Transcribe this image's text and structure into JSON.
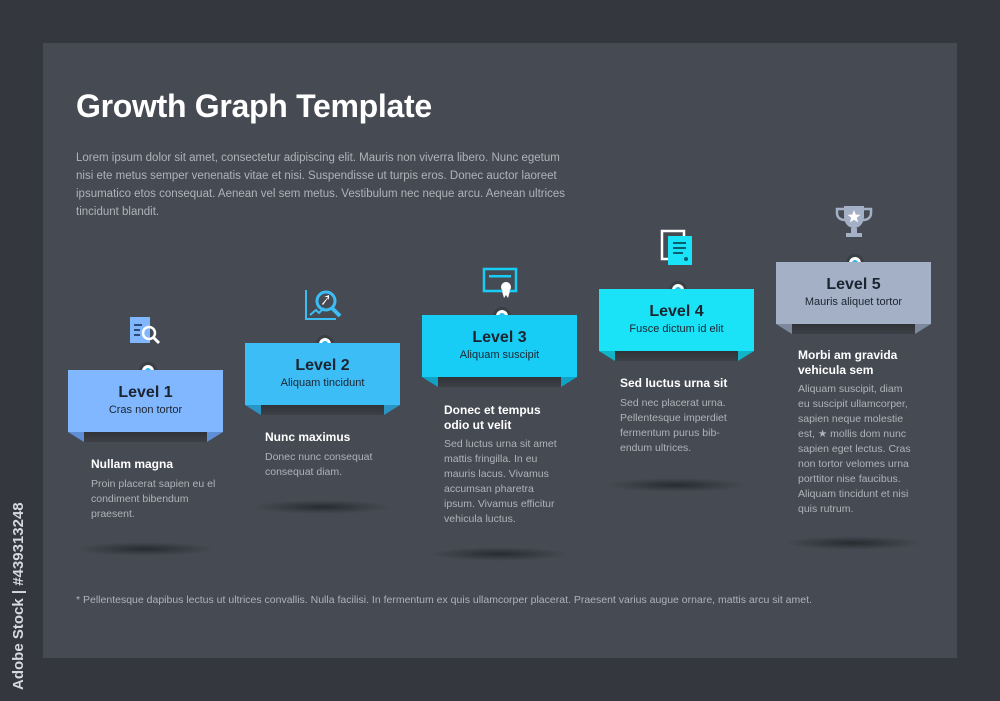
{
  "title": "Growth Graph Template",
  "intro": "Lorem ipsum dolor sit amet, consectetur adipiscing elit. Mauris non viverra libero. Nunc egetum nisi ete metus semper venenatis vitae et nisi. Suspendisse ut turpis eros. Donec auctor laoreet ipsumatico etos consequat. Aenean vel sem metus. Vestibulum nec neque arcu. Aenean ultrices tincidunt blandit.",
  "levels": [
    {
      "label": "Level 1",
      "subtitle": "Cras non tortor",
      "heading": "Nullam magna",
      "desc": "Proin placerat sapien eu el condiment bibendum praesent.",
      "color": "#80b7ff",
      "icon": "document-search-icon"
    },
    {
      "label": "Level 2",
      "subtitle": "Aliquam tincidunt",
      "heading": "Nunc maximus",
      "desc": "Donec nunc consequat consequat diam.",
      "color": "#3dbdf5",
      "icon": "growth-chart-search-icon"
    },
    {
      "label": "Level 3",
      "subtitle": "Aliquam suscipit",
      "heading": "Donec et tempus odio ut velit",
      "desc": "Sed luctus urna sit amet mattis fringilla. In eu mauris lacus. Vivamus accumsan pharetra ipsum. Vivamus efficitur vehicula luctus.",
      "color": "#18cdf5",
      "icon": "certificate-icon"
    },
    {
      "label": "Level 4",
      "subtitle": "Fusce dictum id elit",
      "heading": "Sed luctus urna sit",
      "desc": "Sed nec placerat urna. Pellentesque imperdiet fermentum purus bib-endum ultrices.",
      "color": "#1be3f7",
      "icon": "documents-icon"
    },
    {
      "label": "Level 5",
      "subtitle": "Mauris aliquet tortor",
      "heading": "Morbi am gravida vehicula sem",
      "desc": "Aliquam suscipit, diam eu suscipit ullamcorper, sapien neque molestie est, ★ mollis  dom nunc sapien eget lectus. Cras non tortor velomes urna porttitor nise faucibus. Aliquam tincidunt et nisi quis rutrum.",
      "color": "#a4b0c6",
      "icon": "trophy-icon"
    }
  ],
  "footnote": "* Pellentesque dapibus lectus ut ultrices convallis. Nulla facilisi. In fermentum ex quis ullamcorper placerat. Praesent varius augue ornare, mattis arcu sit amet.",
  "watermark": "Adobe Stock | #439313248"
}
